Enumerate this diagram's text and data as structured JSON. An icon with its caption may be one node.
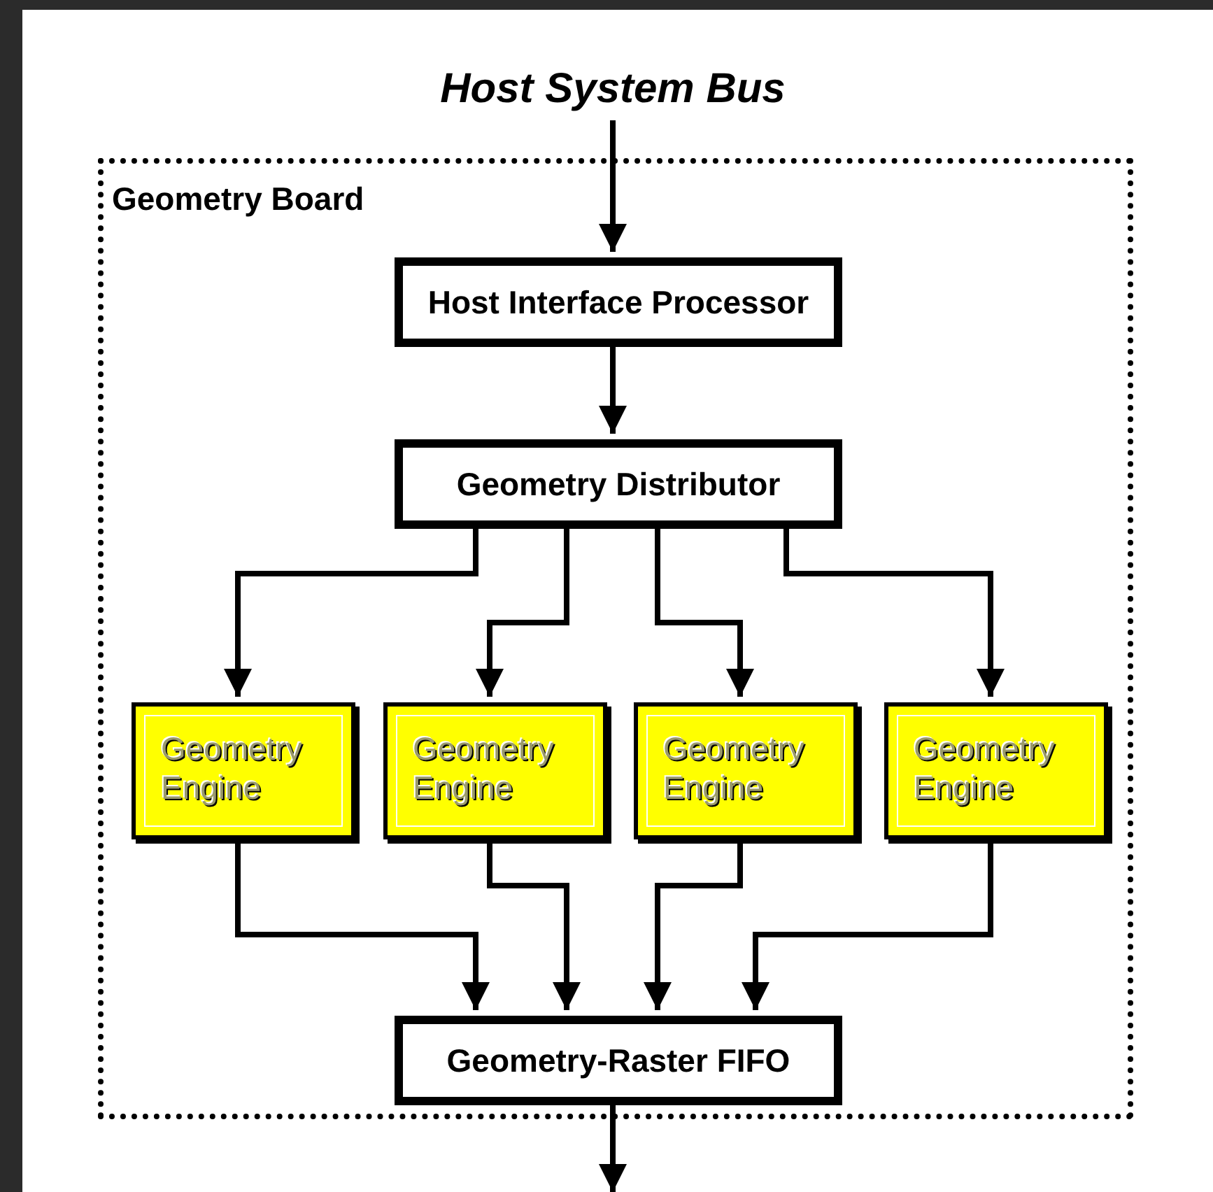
{
  "diagram": {
    "nodes": [
      {
        "text": [
          "Host System Bus"
        ]
      },
      {
        "text": [
          "Geometry Board"
        ]
      },
      {
        "text": [
          "Host Interface Processor"
        ],
        "in": 1
      },
      {
        "text": [
          "Geometry Distributor"
        ],
        "in": 1
      },
      {
        "text": [
          "Geometry Engine"
        ],
        "in": 1
      },
      {
        "text": [
          "Geometry Engine"
        ],
        "in": 1
      },
      {
        "text": [
          "Geometry Engine"
        ],
        "in": 1
      },
      {
        "text": [
          "Geometry Engine"
        ],
        "in": 1
      },
      {
        "text": [
          "Geometry-Raster FIFO"
        ],
        "in": 1
      }
    ],
    "edges": [
      {
        "from": 0,
        "to": 2,
        "arrow": "to"
      },
      {
        "from": 2,
        "to": 3,
        "arrow": "to"
      },
      {
        "from": 3,
        "to": 4,
        "arrow": "to"
      },
      {
        "from": 3,
        "to": 5,
        "arrow": "to"
      },
      {
        "from": 3,
        "to": 6,
        "arrow": "to"
      },
      {
        "from": 3,
        "to": 7,
        "arrow": "to"
      },
      {
        "from": 4,
        "to": 8,
        "arrow": "to"
      },
      {
        "from": 5,
        "to": 8,
        "arrow": "to"
      },
      {
        "from": 6,
        "to": 8,
        "arrow": "to"
      },
      {
        "from": 7,
        "to": 8,
        "arrow": "to"
      },
      {
        "from": 8,
        "to": null,
        "arrow": "to"
      }
    ]
  }
}
